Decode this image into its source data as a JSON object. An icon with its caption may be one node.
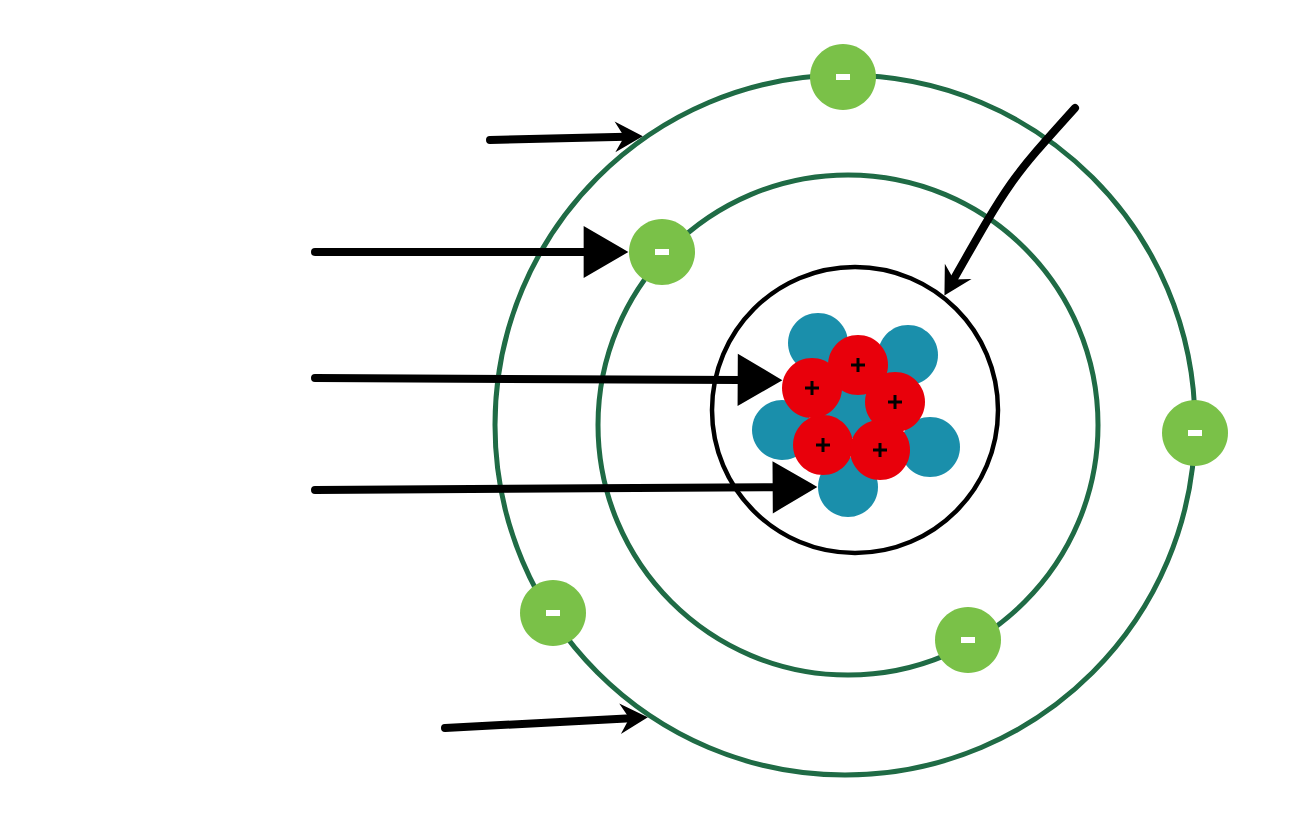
{
  "diagram": {
    "nodes": [
      {
        "text": [],
        "shape": "circle"
      },
      {
        "text": [],
        "shape": "circle",
        "in": 0
      },
      {
        "text": [],
        "shape": "circle",
        "in": 1
      },
      {
        "text": [],
        "shape": "circle",
        "in": 2
      },
      {
        "text": [],
        "shape": "circle",
        "in": 2
      },
      {
        "text": [],
        "shape": "circle",
        "in": 0
      }
    ],
    "edges": [
      {
        "from": null,
        "to": 0,
        "arrow": "to"
      },
      {
        "from": null,
        "to": 5,
        "arrow": "to"
      },
      {
        "from": null,
        "to": 3,
        "arrow": "to"
      },
      {
        "from": null,
        "to": 4,
        "arrow": "to"
      },
      {
        "from": null,
        "to": 2,
        "arrow": "to"
      },
      {
        "from": null,
        "to": 0,
        "arrow": "to"
      }
    ]
  }
}
